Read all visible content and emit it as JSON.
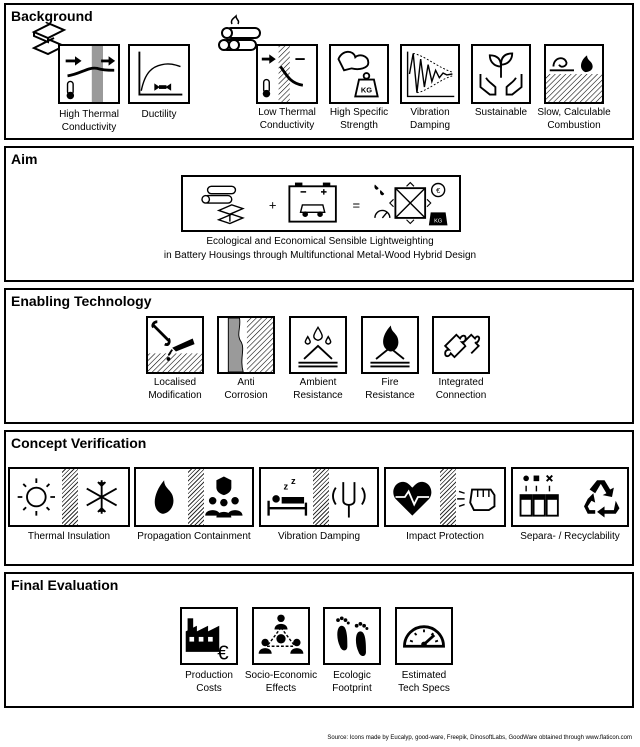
{
  "sections": {
    "background": {
      "title": "Background",
      "items": [
        {
          "label": "High Thermal\nConductivity"
        },
        {
          "label": "Ductility"
        },
        {
          "label": "Low Thermal\nConductivity"
        },
        {
          "label": "High Specific\nStrength"
        },
        {
          "label": "Vibration\nDamping"
        },
        {
          "label": "Sustainable"
        },
        {
          "label": "Slow, Calculable\nCombustion"
        }
      ],
      "kg_text": "KG"
    },
    "aim": {
      "title": "Aim",
      "plus": "+",
      "equals": "=",
      "euro": "€",
      "kg_text": "KG",
      "description_line1": "Ecological and Economical Sensible Lightweighting",
      "description_line2": "in Battery Housings through Multifunctional Metal-Wood Hybrid Design"
    },
    "enabling": {
      "title": "Enabling Technology",
      "items": [
        {
          "label": "Localised\nModification"
        },
        {
          "label": "Anti\nCorrosion"
        },
        {
          "label": "Ambient\nResistance"
        },
        {
          "label": "Fire\nResistance"
        },
        {
          "label": "Integrated\nConnection"
        }
      ]
    },
    "concept": {
      "title": "Concept Verification",
      "items": [
        {
          "label": "Thermal Insulation"
        },
        {
          "label": "Propagation Containment"
        },
        {
          "label": "Vibration Damping"
        },
        {
          "label": "Impact Protection"
        },
        {
          "label": "Separa- / Recyclability"
        }
      ]
    },
    "final": {
      "title": "Final Evaluation",
      "items": [
        {
          "label": "Production\nCosts"
        },
        {
          "label": "Socio-Economic\nEffects"
        },
        {
          "label": "Ecologic\nFootprint"
        },
        {
          "label": "Estimated\nTech Specs"
        }
      ],
      "euro": "€"
    }
  },
  "source": "Source: Icons made by Eucalyp, good-ware, Freepik, DinosoftLabs, GoodWare  obtained through www.flaticon.com"
}
